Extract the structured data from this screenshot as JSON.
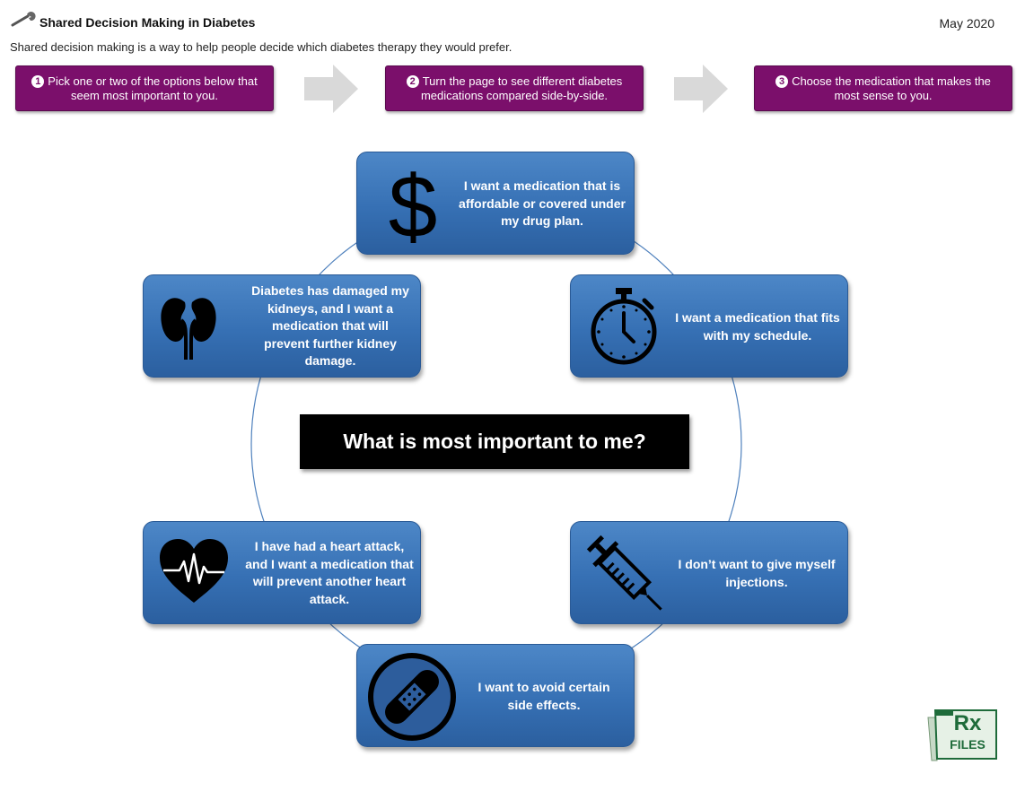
{
  "header": {
    "title": "Shared Decision Making in Diabetes",
    "date": "May 2020",
    "subtitle": "Shared decision making is a way to help people decide which diabetes therapy they would prefer."
  },
  "steps": [
    {
      "number": "1",
      "text": "Pick one or two of the options below that seem most important to you."
    },
    {
      "number": "2",
      "text": "Turn the page to see different diabetes medications compared side-by-side."
    },
    {
      "number": "3",
      "text": "Choose the medication that makes the most sense to you."
    }
  ],
  "center_question": "What is most important to me?",
  "options": [
    {
      "icon": "dollar-icon",
      "text": "I want a medication that is affordable or covered under my drug plan."
    },
    {
      "icon": "kidneys-icon",
      "text": "Diabetes has damaged my kidneys, and I want a medication that will prevent further kidney damage."
    },
    {
      "icon": "stopwatch-icon",
      "text": "I want a medication that fits with my schedule."
    },
    {
      "icon": "heart-pulse-icon",
      "text": "I have had a heart attack, and I want a medication that will prevent another heart attack."
    },
    {
      "icon": "syringe-icon",
      "text": "I don’t want to give myself injections."
    },
    {
      "icon": "bandage-icon",
      "text": "I want to avoid certain side effects."
    }
  ],
  "logo": {
    "line1": "Rx",
    "line2": "FILES"
  },
  "colors": {
    "step_purple": "#7b0f6b",
    "card_blue": "#3670b4",
    "center_black": "#000000"
  }
}
